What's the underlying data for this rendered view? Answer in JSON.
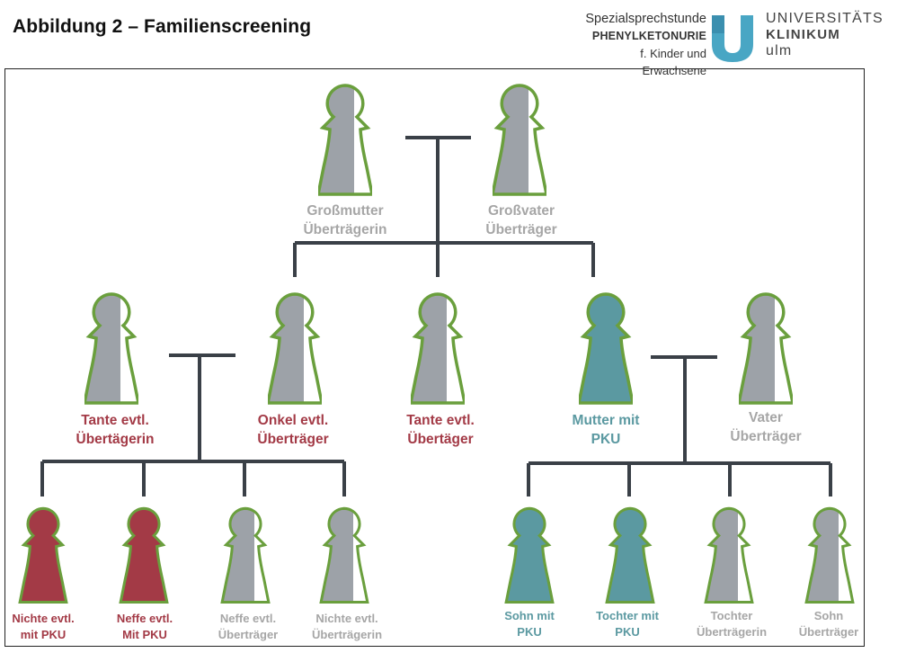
{
  "header": {
    "title": "Abbildung 2 – Familienscreening",
    "logo": {
      "line1": "Spezialsprechstunde",
      "line2": "PHENYLKETONURIE",
      "line3": "f. Kinder und Erwachsene",
      "word1": "UNIVERSITÄTS",
      "word2": "KLINIKUM",
      "word3": "ulm"
    }
  },
  "colors": {
    "affected": "#5b99a1",
    "carrier_gray": "#9da2a8",
    "relative_red": "#a33a46",
    "outline": "#6a9f3d",
    "line": "#3a4047"
  },
  "pedigree": {
    "grandmother": {
      "line1": "Großmutter",
      "line2": "Überträgerin"
    },
    "grandfather": {
      "line1": "Großvater",
      "line2": "Überträger"
    },
    "aunt1": {
      "line1": "Tante evtl.",
      "line2": "Übertägerin"
    },
    "uncle": {
      "line1": "Onkel evtl.",
      "line2": "Überträger"
    },
    "aunt2": {
      "line1": "Tante evtl.",
      "line2": "Übertäger"
    },
    "mother": {
      "line1": "Mutter mit",
      "line2": "PKU"
    },
    "father": {
      "line1": "Vater",
      "line2": "Überträger"
    },
    "niece1": {
      "line1": "Nichte evtl.",
      "line2": "mit PKU"
    },
    "nephew1": {
      "line1": "Neffe evtl.",
      "line2": "Mit PKU"
    },
    "nephew2": {
      "line1": "Neffe evtl.",
      "line2": "Überträger"
    },
    "niece2": {
      "line1": "Nichte evtl.",
      "line2": "Überträgerin"
    },
    "son1": {
      "line1": "Sohn mit",
      "line2": "PKU"
    },
    "daughter1": {
      "line1": "Tochter mit",
      "line2": "PKU"
    },
    "daughter2": {
      "line1": "Tochter",
      "line2": "Überträgerin"
    },
    "son2": {
      "line1": "Sohn",
      "line2": "Überträger"
    }
  }
}
